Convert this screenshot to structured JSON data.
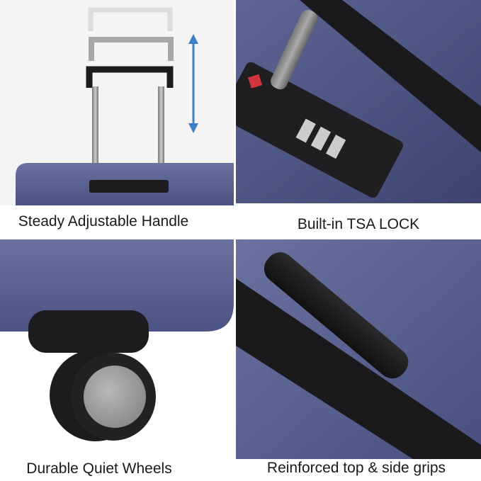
{
  "panels": [
    {
      "caption": "Steady Adjustable Handle"
    },
    {
      "caption": "Built-in TSA LOCK"
    },
    {
      "caption": "Durable Quiet Wheels"
    },
    {
      "caption": "Reinforced top & side grips"
    }
  ],
  "colors": {
    "shell": "#5b6391",
    "shell_dark": "#3d4470",
    "handle_black": "#1c1c1e",
    "arrow_blue": "#3f7fc4",
    "wheel_gray": "#9c9c9e"
  }
}
